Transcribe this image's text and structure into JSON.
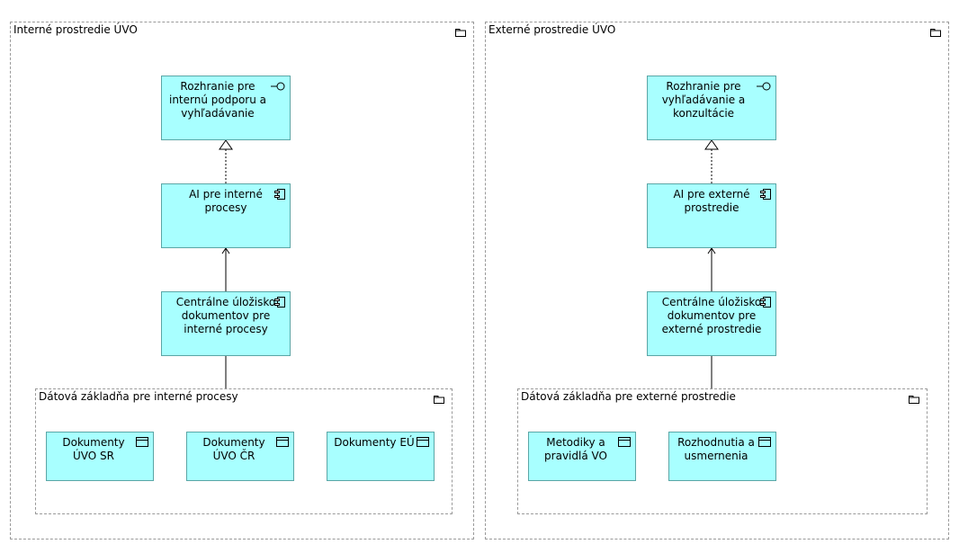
{
  "diagram": {
    "groups": {
      "internal": {
        "label": "Interné prostredie ÚVO"
      },
      "external": {
        "label": "Externé prostredie ÚVO"
      },
      "internal_db": {
        "label": "Dátová základňa pre interné procesy"
      },
      "external_db": {
        "label": "Dátová základňa pre externé prostredie"
      }
    },
    "nodes": {
      "int_interface": {
        "label": "Rozhranie pre\ninternú podporu a\nvyhľadávanie",
        "icon": "interface-icon"
      },
      "int_ai": {
        "label": "AI pre interné\nprocesy",
        "icon": "component-icon"
      },
      "int_storage": {
        "label": "Centrálne úložisko\ndokumentov pre\ninterné procesy",
        "icon": "component-icon"
      },
      "doc_uvo_sr": {
        "label": "Dokumenty\nÚVO SR",
        "icon": "data-object-icon"
      },
      "doc_uvo_cr": {
        "label": "Dokumenty\nÚVO ČR",
        "icon": "data-object-icon"
      },
      "doc_eu": {
        "label": "Dokumenty EÚ",
        "icon": "data-object-icon"
      },
      "ext_interface": {
        "label": "Rozhranie pre\nvyhľadávanie a\nkonzultácie",
        "icon": "interface-icon"
      },
      "ext_ai": {
        "label": "AI pre externé\nprostredie",
        "icon": "component-icon"
      },
      "ext_storage": {
        "label": "Centrálne úložisko\ndokumentov pre\nexterné prostredie",
        "icon": "component-icon"
      },
      "doc_methods": {
        "label": "Metodiky a\npravidlá VO",
        "icon": "data-object-icon"
      },
      "doc_decisions": {
        "label": "Rozhodnutia a\nusmernenia",
        "icon": "data-object-icon"
      }
    },
    "relations": [
      {
        "from": "int_ai",
        "to": "int_interface",
        "type": "realization"
      },
      {
        "from": "int_storage",
        "to": "int_ai",
        "type": "flow"
      },
      {
        "from": "internal_db",
        "to": "int_storage",
        "type": "association"
      },
      {
        "from": "ext_ai",
        "to": "ext_interface",
        "type": "realization"
      },
      {
        "from": "ext_storage",
        "to": "ext_ai",
        "type": "flow"
      },
      {
        "from": "external_db",
        "to": "ext_storage",
        "type": "association"
      }
    ],
    "colors": {
      "node_fill": "#a8ffff",
      "node_border": "#5aa6a6",
      "group_border": "#9a9a9a"
    }
  }
}
